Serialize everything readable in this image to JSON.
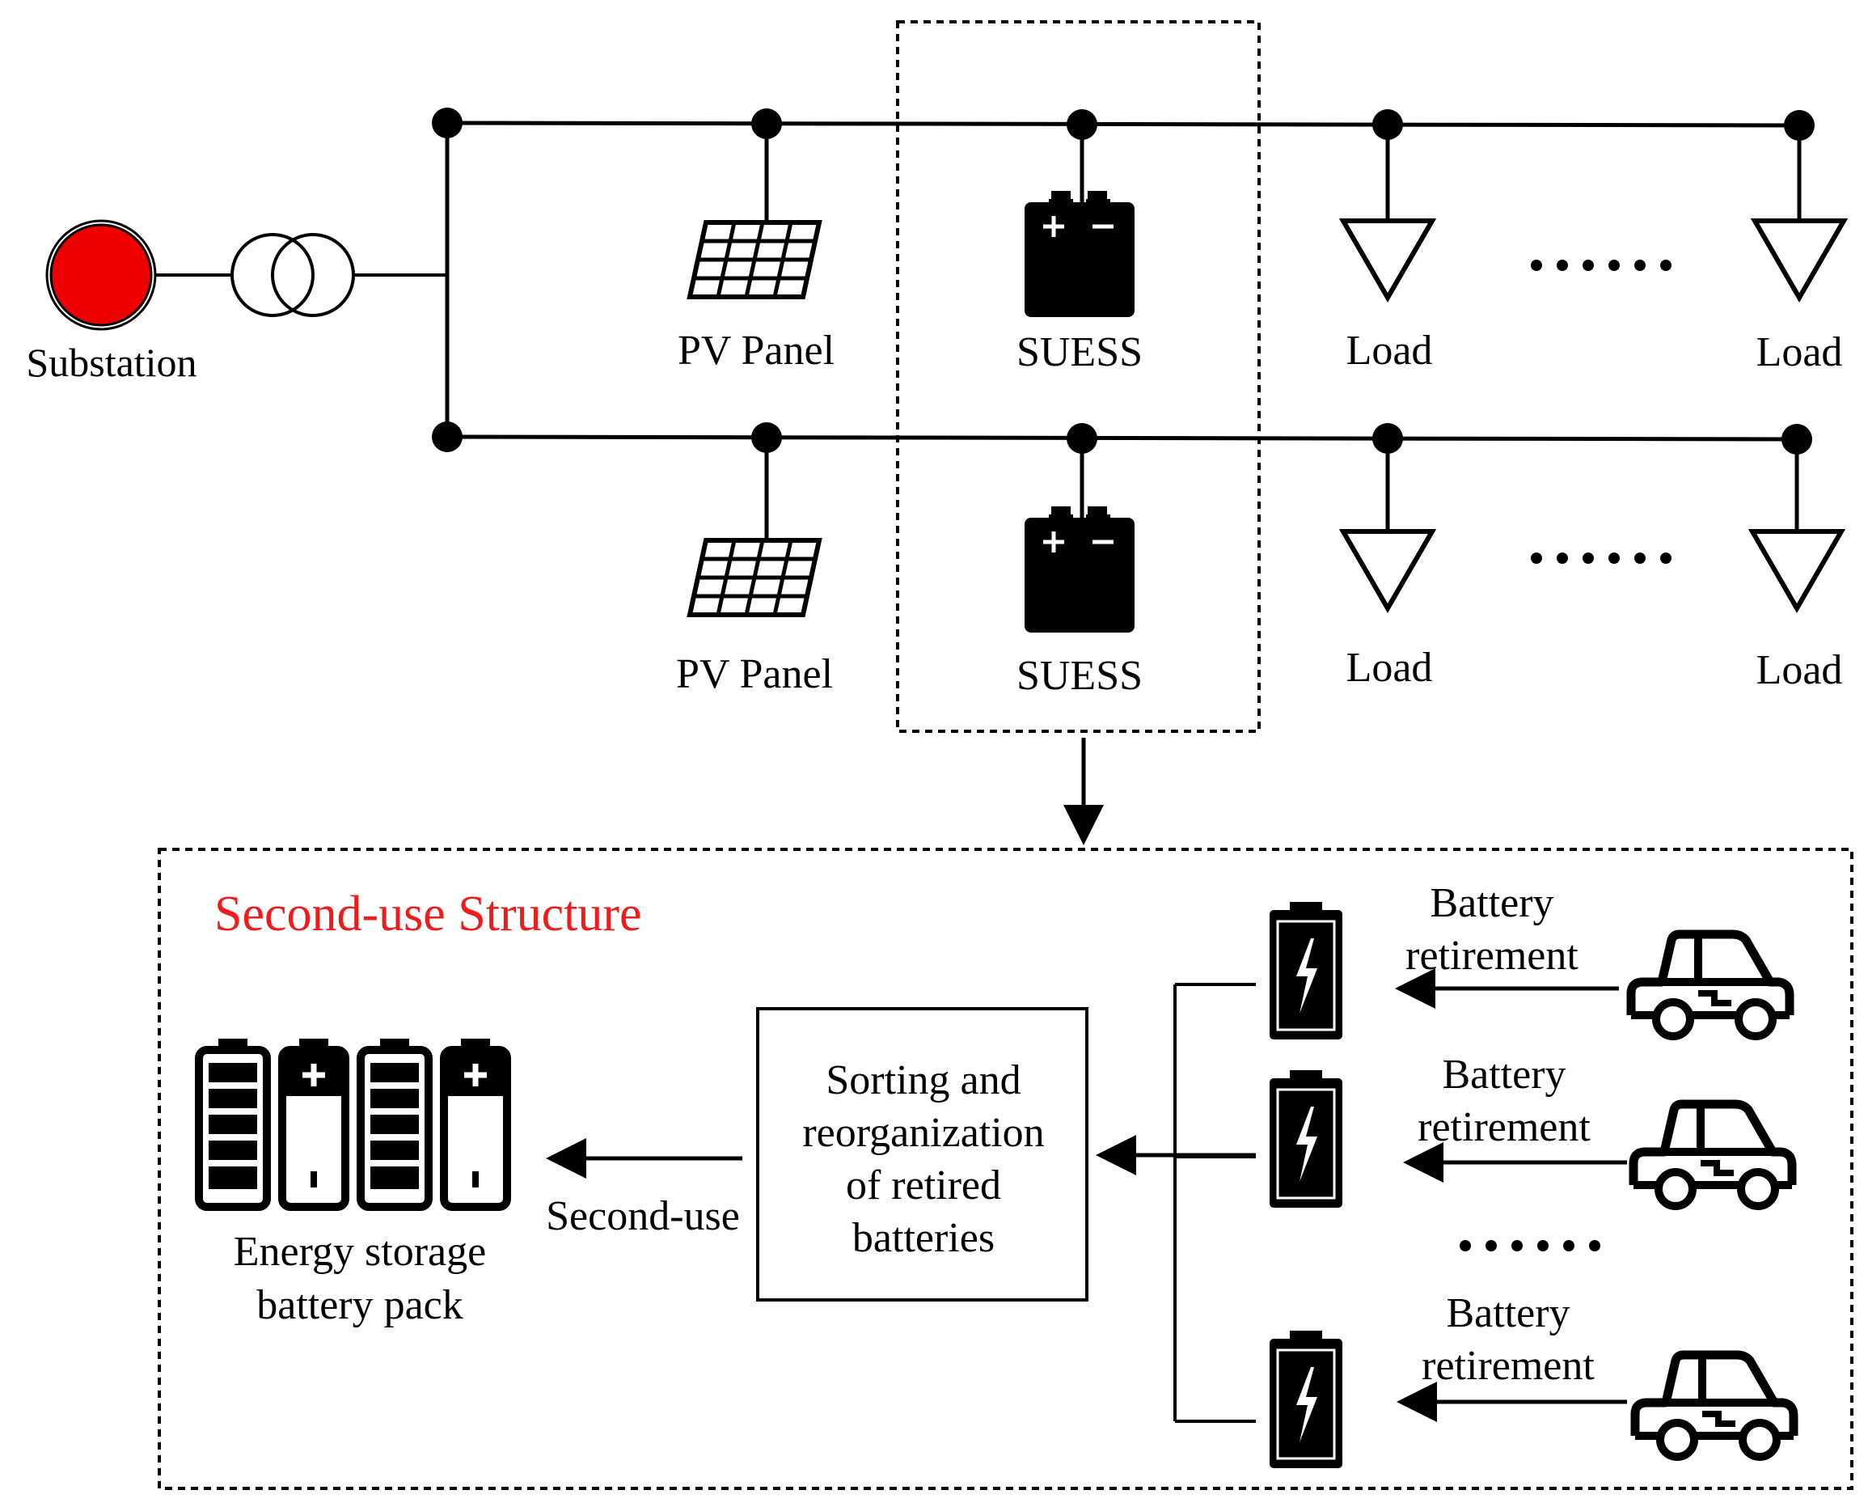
{
  "colors": {
    "line": "#000000",
    "substation": "#ee0000",
    "title": "#ee1c1c",
    "background": "#ffffff"
  },
  "grid": {
    "substation_label": "Substation",
    "feeder1": {
      "pv_label": "PV Panel",
      "suess_label": "SUESS",
      "load1_label": "Load",
      "load2_label": "Load"
    },
    "feeder2": {
      "pv_label": "PV Panel",
      "suess_label": "SUESS",
      "load1_label": "Load",
      "load2_label": "Load"
    }
  },
  "second_use": {
    "title": "Second-use Structure",
    "pack_label_line1": "Energy storage",
    "pack_label_line2": "battery pack",
    "arrow_label": "Second-use",
    "sort_box_lines": [
      "Sorting and",
      "reorganization",
      "of retired",
      "batteries"
    ],
    "retirement_rows": [
      {
        "line1": "Battery",
        "line2": "retirement"
      },
      {
        "line1": "Battery",
        "line2": "retirement"
      },
      {
        "line1": "Battery",
        "line2": "retirement"
      }
    ]
  },
  "icons": [
    "substation-icon",
    "transformer-icon",
    "pv-panel-icon",
    "battery-icon",
    "load-icon",
    "ev-battery-icon",
    "car-icon",
    "ellipsis-icon"
  ]
}
